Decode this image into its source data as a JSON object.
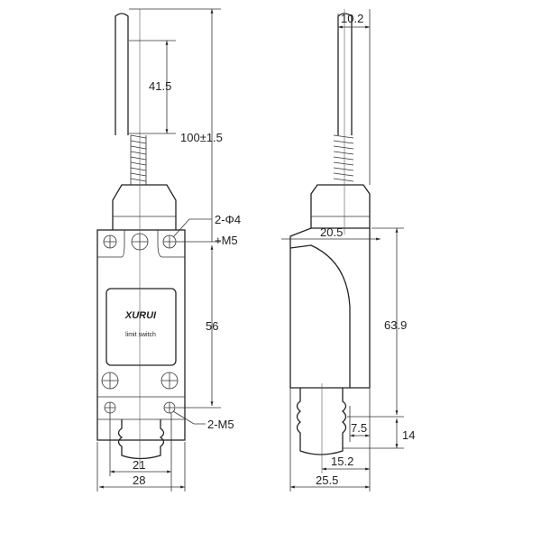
{
  "front_view": {
    "brand": "XURUI",
    "product": "limit switch",
    "dimensions": {
      "rod_length": "41.5",
      "total_height": "100±1.5",
      "holes_top": "2-Φ4",
      "thread_top": "+M5",
      "body_height": "56",
      "holes_bottom": "2-M5",
      "hole_spacing": "21",
      "width": "28"
    }
  },
  "side_view": {
    "dimensions": {
      "rod_width": "10.2",
      "head_width": "20.5",
      "body_height": "63.9",
      "plunger_height": "14",
      "offset": "7.5",
      "plunger_offset": "15.2",
      "depth": "25.5"
    }
  }
}
